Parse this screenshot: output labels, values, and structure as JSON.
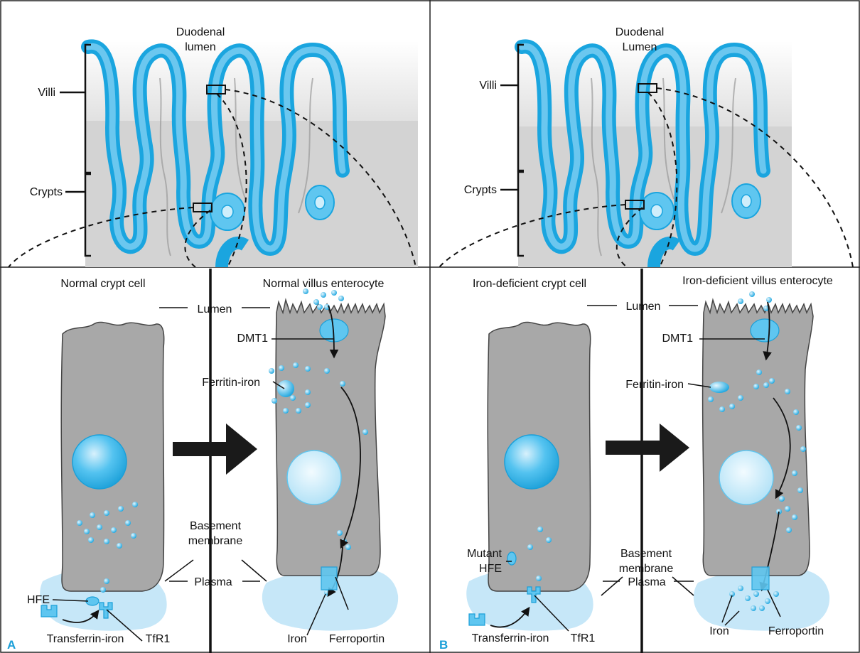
{
  "colors": {
    "villus_blue": "#2fb3ea",
    "villus_light": "#bfe6f7",
    "tissue_gray": "#d2d2d2",
    "cell_gray": "#a8a8a8",
    "plasma": "#c6e7f8",
    "iron_dot": "#4fc0ef",
    "panel_letter": "#1a9fd8"
  },
  "panel_a": {
    "letter": "A",
    "top": {
      "lumen_label_1": "Duodenal",
      "lumen_label_2": "lumen",
      "villi_label": "Villi",
      "crypts_label": "Crypts"
    },
    "crypt_cell_title": "Normal crypt cell",
    "villus_cell_title": "Normal villus enterocyte",
    "lumen": "Lumen",
    "dmt1": "DMT1",
    "ferritin_iron": "Ferritin-iron",
    "basement_1": "Basement",
    "basement_2": "membrane",
    "hfe": "HFE",
    "plasma": "Plasma",
    "tfr1": "TfR1",
    "transferrin_iron": "Transferrin-iron",
    "iron": "Iron",
    "ferroportin": "Ferroportin"
  },
  "panel_b": {
    "letter": "B",
    "top": {
      "lumen_label_1": "Duodenal",
      "lumen_label_2": "Lumen",
      "villi_label": "Villi",
      "crypts_label": "Crypts"
    },
    "crypt_cell_title": "Iron-deficient crypt cell",
    "villus_cell_title": "Iron-deficient villus enterocyte",
    "lumen": "Lumen",
    "dmt1": "DMT1",
    "ferritin_iron": "Ferritin-iron",
    "basement_1": "Basement",
    "basement_2": "membrane",
    "hfe_1": "Mutant",
    "hfe_2": "HFE",
    "plasma": "Plasma",
    "tfr1": "TfR1",
    "transferrin_iron": "Transferrin-iron",
    "iron": "Iron",
    "ferroportin": "Ferroportin"
  }
}
